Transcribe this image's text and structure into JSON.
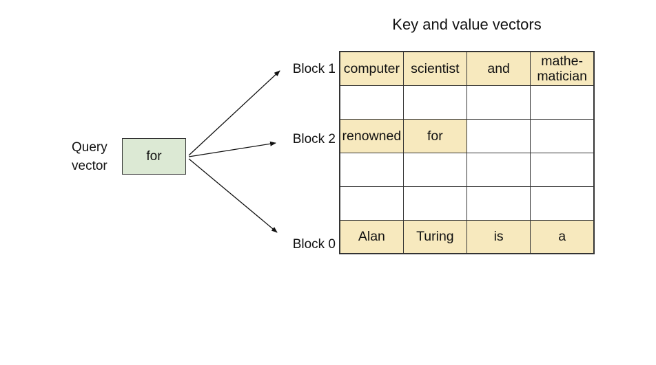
{
  "title": "Key and value vectors",
  "query": {
    "label": "Query\nvector",
    "token": "for"
  },
  "blocks": [
    {
      "label": "Block 1"
    },
    {
      "label": "Block 2"
    },
    {
      "label": "Block 0"
    }
  ],
  "table": {
    "rows": [
      {
        "cells": [
          {
            "text": "computer",
            "highlighted": true
          },
          {
            "text": "scientist",
            "highlighted": true
          },
          {
            "text": "and",
            "highlighted": true
          },
          {
            "text": "mathe-\nmatician",
            "highlighted": true
          }
        ]
      },
      {
        "cells": [
          {
            "text": "",
            "highlighted": false
          },
          {
            "text": "",
            "highlighted": false
          },
          {
            "text": "",
            "highlighted": false
          },
          {
            "text": "",
            "highlighted": false
          }
        ]
      },
      {
        "cells": [
          {
            "text": "renowned",
            "highlighted": true
          },
          {
            "text": "for",
            "highlighted": true
          },
          {
            "text": "",
            "highlighted": false
          },
          {
            "text": "",
            "highlighted": false
          }
        ]
      },
      {
        "cells": [
          {
            "text": "",
            "highlighted": false
          },
          {
            "text": "",
            "highlighted": false
          },
          {
            "text": "",
            "highlighted": false
          },
          {
            "text": "",
            "highlighted": false
          }
        ]
      },
      {
        "cells": [
          {
            "text": "",
            "highlighted": false
          },
          {
            "text": "",
            "highlighted": false
          },
          {
            "text": "",
            "highlighted": false
          },
          {
            "text": "",
            "highlighted": false
          }
        ]
      },
      {
        "cells": [
          {
            "text": "Alan",
            "highlighted": true
          },
          {
            "text": "Turing",
            "highlighted": true
          },
          {
            "text": "is",
            "highlighted": true
          },
          {
            "text": "a",
            "highlighted": true
          }
        ]
      }
    ]
  },
  "colors": {
    "highlight": "#F7E9BE",
    "query_box": "#DCE9D4",
    "border": "#333333",
    "arrow": "#111111"
  }
}
